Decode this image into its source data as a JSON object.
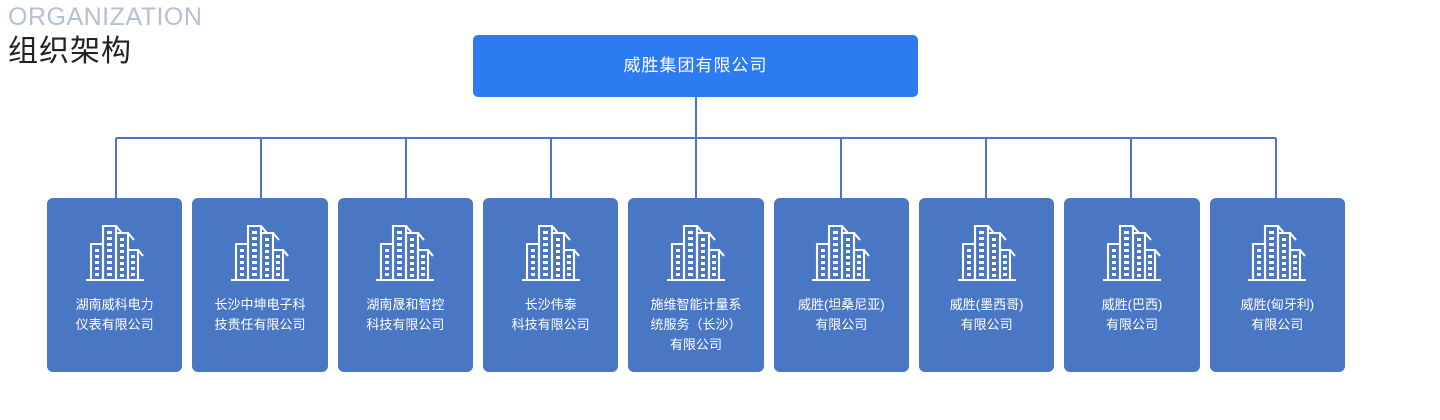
{
  "header": {
    "eyebrow": "ORGANIZATION",
    "title": "组织架构"
  },
  "colors": {
    "root_node_bg": "#2d7bf0",
    "card_bg": "#4a77c4",
    "connector_line": "#4a77c4",
    "eyebrow_text": "#b5c0d3",
    "title_text": "#222222",
    "card_text": "#ffffff"
  },
  "chart": {
    "type": "org-chart",
    "root": {
      "label": "威胜集团有限公司",
      "icon": "none"
    },
    "children": [
      {
        "label": "湖南威科电力\n仪表有限公司",
        "icon": "building-icon"
      },
      {
        "label": "长沙中坤电子科\n技责任有限公司",
        "icon": "building-icon"
      },
      {
        "label": "湖南晟和智控\n科技有限公司",
        "icon": "building-icon"
      },
      {
        "label": "长沙伟泰\n科技有限公司",
        "icon": "building-icon"
      },
      {
        "label": "施维智能计量系\n统服务（长沙）\n有限公司",
        "icon": "building-icon"
      },
      {
        "label": "威胜(坦桑尼亚)\n有限公司",
        "icon": "building-icon"
      },
      {
        "label": "威胜(墨西哥)\n有限公司",
        "icon": "building-icon"
      },
      {
        "label": "威胜(巴西)\n有限公司",
        "icon": "building-icon"
      },
      {
        "label": "威胜(匈牙利)\n有限公司",
        "icon": "building-icon"
      }
    ]
  }
}
